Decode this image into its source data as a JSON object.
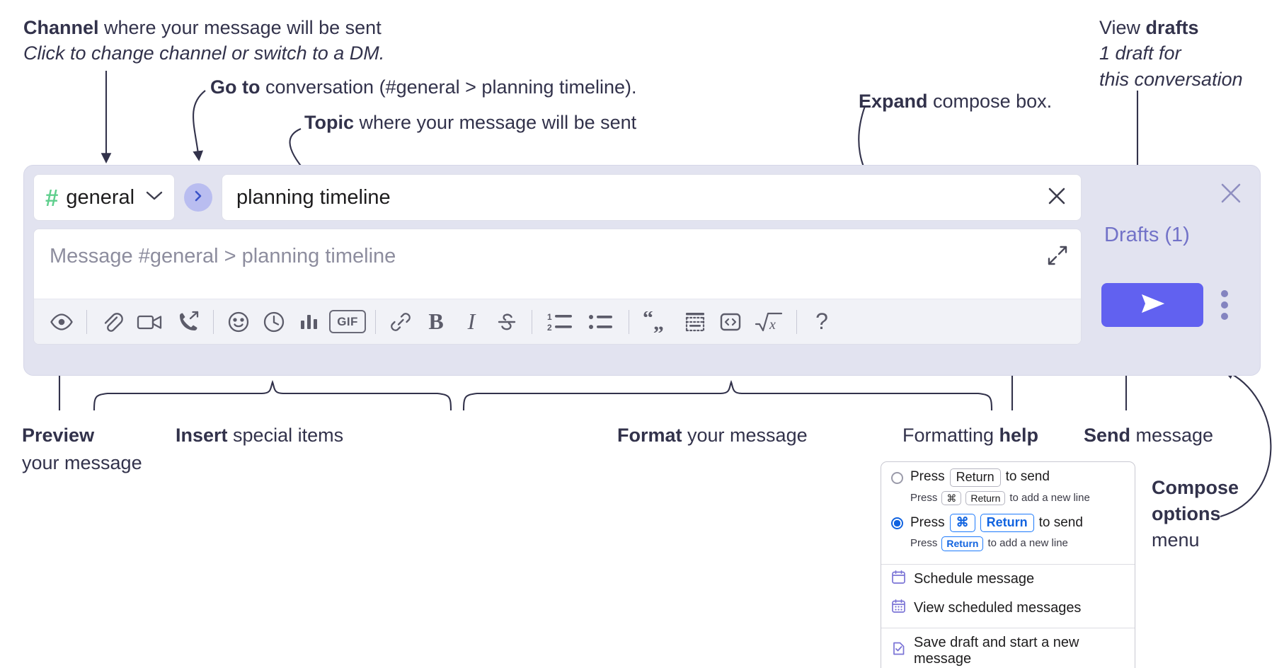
{
  "annotations": {
    "channel": {
      "strong": "Channel",
      "rest": " where your message will be sent",
      "italic": "Click to change channel or switch to a DM."
    },
    "goto": {
      "strong": "Go to",
      "rest": " conversation (#general > planning timeline)."
    },
    "topic": {
      "strong": "Topic",
      "rest": " where your message will be sent"
    },
    "expand": {
      "strong": "Expand",
      "rest": " compose box."
    },
    "drafts": {
      "rest": "View ",
      "strong": "drafts",
      "italic1": "1 draft for",
      "italic2": "this conversation"
    },
    "preview": {
      "strong": "Preview",
      "rest": "your message"
    },
    "insert": {
      "strong": "Insert",
      "rest": " special items"
    },
    "format": {
      "strong": "Format",
      "rest": " your message"
    },
    "formatting_help": {
      "rest": "Formatting ",
      "strong": "help"
    },
    "send": {
      "strong": "Send",
      "rest": " message"
    },
    "compose_options": {
      "strong1": "Compose",
      "strong2": "options",
      "rest": "menu"
    }
  },
  "compose": {
    "channel_name": "general",
    "hash_symbol": "#",
    "topic_value": "planning timeline",
    "message_placeholder": "Message #general > planning timeline",
    "drafts_label": "Drafts (1)",
    "toolbar_groups": [
      {
        "name": "preview",
        "items": [
          {
            "icon": "eye-icon",
            "label": "Preview"
          }
        ]
      },
      {
        "name": "insert",
        "items": [
          {
            "icon": "paperclip-icon",
            "label": "Attach file"
          },
          {
            "icon": "video-camera-icon",
            "label": "Start video"
          },
          {
            "icon": "phone-forward-icon",
            "label": "Start huddle"
          },
          {
            "icon": "emoji-icon",
            "label": "Emoji"
          },
          {
            "icon": "clock-icon",
            "label": "Schedule"
          },
          {
            "icon": "bar-chart-icon",
            "label": "Poll"
          },
          {
            "icon": "gif-icon",
            "label": "GIF"
          }
        ]
      },
      {
        "name": "format",
        "items": [
          {
            "icon": "link-icon",
            "label": "Link"
          },
          {
            "icon": "bold-icon",
            "label": "B"
          },
          {
            "icon": "italic-icon",
            "label": "I"
          },
          {
            "icon": "strikethrough-icon",
            "label": "Strikethrough"
          },
          {
            "icon": "ordered-list-icon",
            "label": "Ordered list"
          },
          {
            "icon": "bullet-list-icon",
            "label": "Bulleted list"
          },
          {
            "icon": "blockquote-icon",
            "label": "Blockquote"
          },
          {
            "icon": "code-block-icon",
            "label": "Code block"
          },
          {
            "icon": "code-icon",
            "label": "Code"
          },
          {
            "icon": "latex-icon",
            "label": "LaTeX"
          }
        ]
      },
      {
        "name": "help",
        "items": [
          {
            "icon": "question-mark-icon",
            "label": "?"
          }
        ]
      }
    ],
    "gif_label": "GIF",
    "bold_label": "B",
    "italic_label": "I",
    "help_label": "?"
  },
  "menu": {
    "options": [
      {
        "selected": false,
        "main": {
          "pre": "Press",
          "key": "Return",
          "post": "to send"
        },
        "sub": {
          "pre": "Press",
          "key1": "⌘",
          "key2": "Return",
          "post": "to add a new line"
        }
      },
      {
        "selected": true,
        "main": {
          "pre": "Press",
          "key1": "⌘",
          "key2": "Return",
          "post": "to send"
        },
        "sub": {
          "pre": "Press",
          "key": "Return",
          "post": "to add a new line"
        }
      }
    ],
    "items": [
      {
        "icon": "calendar-icon",
        "label": "Schedule message"
      },
      {
        "icon": "calendar-grid-icon",
        "label": "View scheduled messages"
      },
      {
        "icon": "document-check-icon",
        "label": "Save draft and start a new message"
      }
    ]
  },
  "colors": {
    "panel_bg": "#e2e3f0",
    "hash_green": "#5fcf8d",
    "send_purple": "#6161f0",
    "drafts_purple": "#7272c8",
    "goto_circle": "#b9bdf0",
    "menu_icon_purple": "#7b74d6",
    "radio_blue": "#1264e0",
    "text_dark": "#32324b"
  }
}
